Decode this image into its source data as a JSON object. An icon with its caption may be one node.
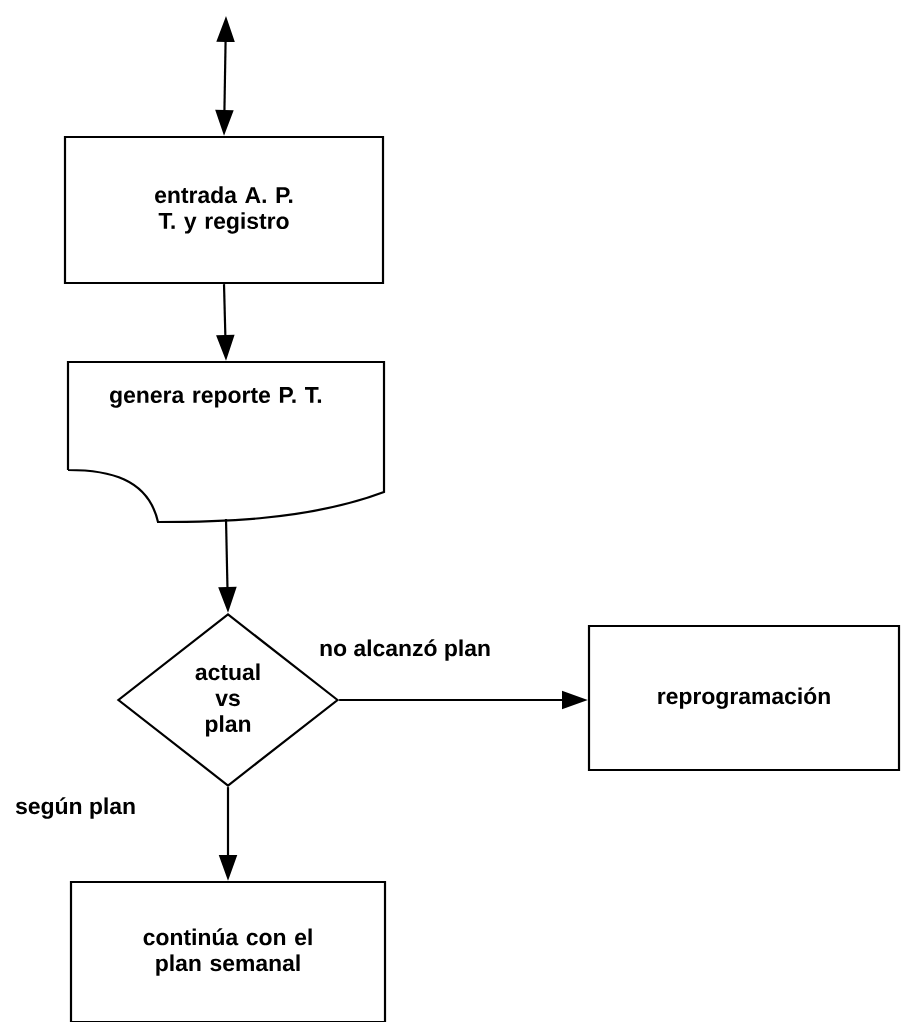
{
  "diagram": {
    "nodes": [
      {
        "text": [
          "entrada A. P. T. y registro"
        ]
      },
      {
        "text": [
          "genera reporte P. T."
        ]
      },
      {
        "text": [
          "actual vs plan"
        ]
      },
      {
        "text": [
          "reprogramación"
        ]
      },
      {
        "text": [
          "continúa con el plan semanal"
        ]
      }
    ],
    "edges": [
      {
        "from": null,
        "to": 0,
        "arrow": "both"
      },
      {
        "from": 0,
        "to": 1,
        "arrow": "to"
      },
      {
        "from": 1,
        "to": 2,
        "arrow": "to"
      },
      {
        "from": 2,
        "to": 3,
        "arrow": "to",
        "label": "no alcanzó plan"
      },
      {
        "from": 2,
        "to": 4,
        "arrow": "to",
        "label": "según plan"
      }
    ]
  }
}
